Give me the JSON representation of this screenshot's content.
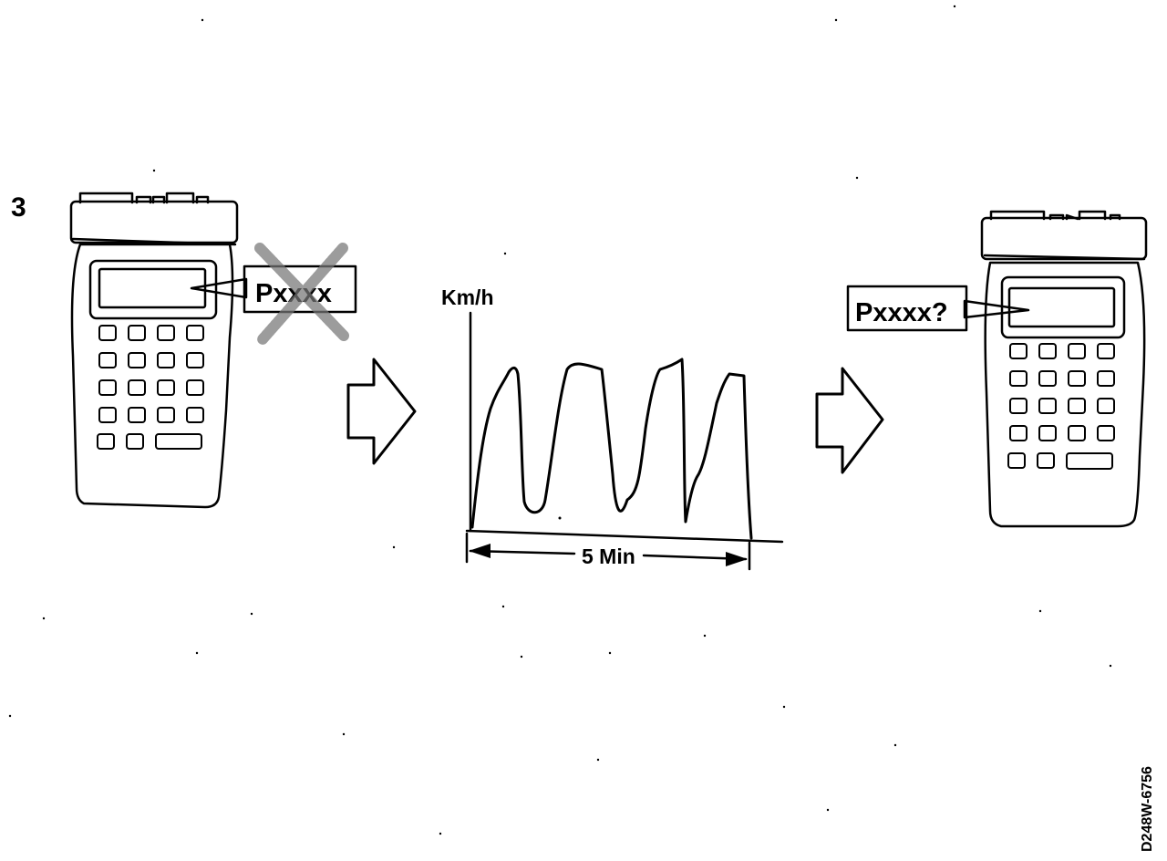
{
  "step_number": "3",
  "left_tester": {
    "code_label": "Pxxxx",
    "code_state": "crossed-out"
  },
  "chart": {
    "y_axis_label": "Km/h",
    "duration_label": "5 Min"
  },
  "right_tester": {
    "code_label": "Pxxxx?"
  },
  "figure_code": "D248W-6756",
  "colors": {
    "ink": "#000000",
    "paper": "#ffffff",
    "cross": "#777777"
  },
  "icons": [
    "scan-tool-icon",
    "cross-out-icon",
    "arrow-right-icon"
  ]
}
